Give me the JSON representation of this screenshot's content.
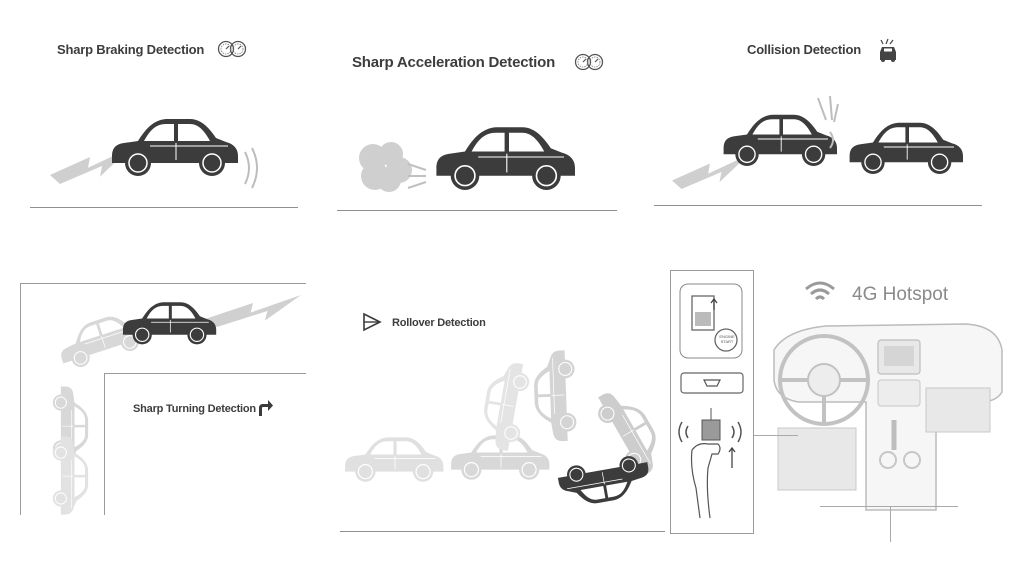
{
  "panels": {
    "braking": {
      "title": "Sharp Braking Detection",
      "icon": "speedometer-icon"
    },
    "acceleration": {
      "title": "Sharp Acceleration Detection",
      "icon": "speedometer-icon"
    },
    "collision": {
      "title": "Collision Detection",
      "icon": "car-crash-icon"
    },
    "turning": {
      "title": "Sharp Turning Detection",
      "icon": "turn-right-arrow-icon"
    },
    "rollover": {
      "title": "Rollover Detection",
      "icon": "rollover-triangle-icon"
    },
    "hotspot": {
      "title": "4G Hotspot",
      "icon": "wifi-icon",
      "engine_button_label": "ENGINE START"
    }
  },
  "colors": {
    "car_dark": "#3c3c3c",
    "car_ghost": "#dcdcdc",
    "motion_gray": "#c8c8c8",
    "title_text": "#3d3d3d",
    "hotspot_text": "#8a8a8a",
    "ground_line": "#8f8f8f"
  }
}
